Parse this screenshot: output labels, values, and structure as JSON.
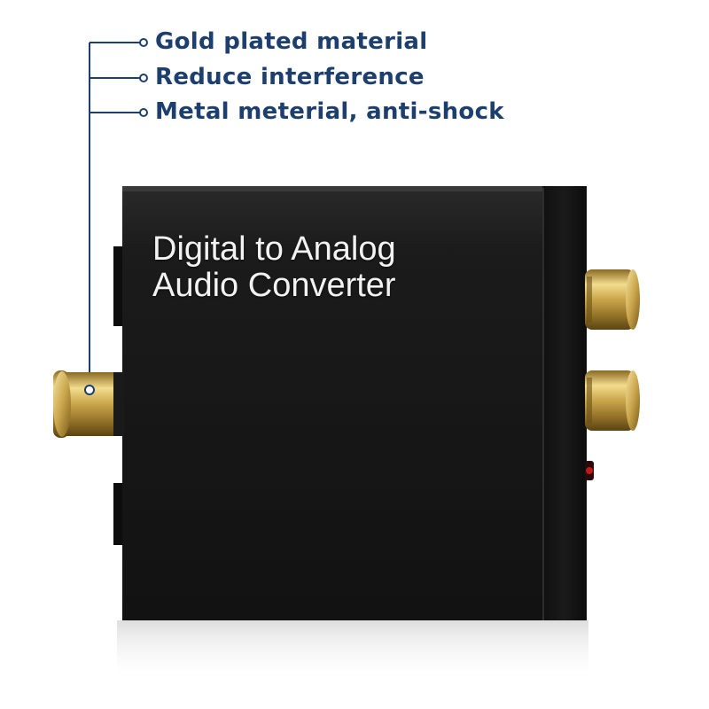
{
  "features": [
    {
      "label": "Gold plated material"
    },
    {
      "label": "Reduce interference"
    },
    {
      "label": "Metal meterial, anti-shock"
    }
  ],
  "product": {
    "title_line1": "Digital to Analog",
    "title_line2": "Audio Converter"
  },
  "colors": {
    "callout": "#1d3f6e",
    "body": "#151515",
    "gold": "#c9a54a",
    "background": "#ffffff"
  }
}
